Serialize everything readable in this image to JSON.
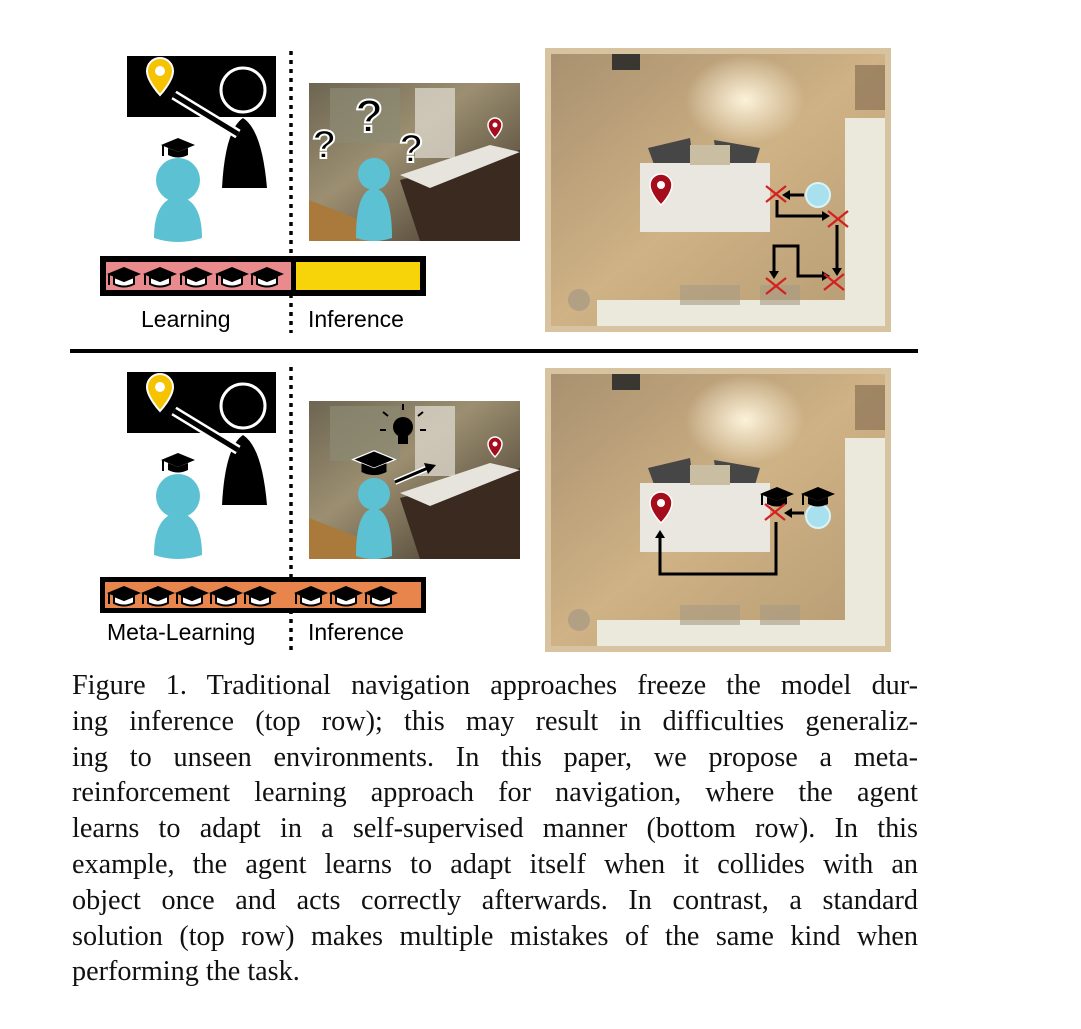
{
  "top_row": {
    "left_label": "Learning",
    "right_label": "Inference"
  },
  "bottom_row": {
    "left_label": "Meta-Learning",
    "right_label": "Inference"
  },
  "colors": {
    "learning_bar": "#e98a8c",
    "inference_bar": "#f7d40a",
    "meta_bar": "#e8854d",
    "student": "#5cc2d3",
    "pin_yellow": "#f5c300",
    "pin_red": "#a50c1c",
    "floor": "#c9ac7c"
  },
  "icons": [
    "location-pin-icon",
    "teacher-icon",
    "student-icon",
    "graduation-cap-icon",
    "question-mark-icon",
    "lightbulb-icon",
    "collision-x-icon",
    "arrow-icon"
  ],
  "caption": {
    "lines": [
      "Figure 1. Traditional navigation approaches freeze the model dur-",
      "ing inference (top row); this may result in difficulties generaliz-",
      "ing to unseen environments.  In this paper, we propose a meta-",
      "reinforcement learning approach for navigation, where the agent",
      "learns to adapt in a self-supervised manner (bottom row).  In this",
      "example, the agent learns to adapt itself when it collides with an",
      "object once and acts correctly afterwards.  In contrast, a standard",
      "solution (top row) makes multiple mistakes of the same kind when",
      "performing the task."
    ]
  }
}
